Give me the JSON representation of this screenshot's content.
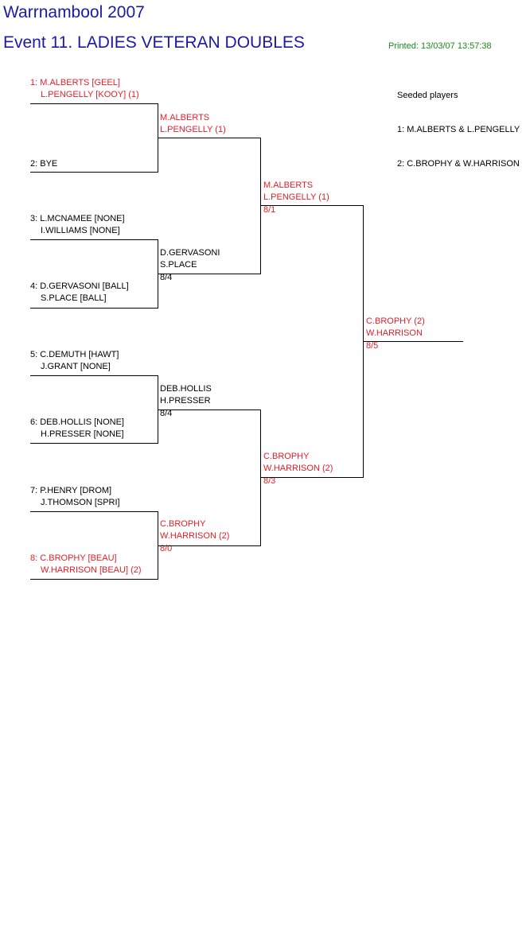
{
  "tournament_title": "Warrnambool 2007",
  "event_title": "Event 11. LADIES VETERAN DOUBLES",
  "printed": "Printed: 13/03/07 13:57:38",
  "seeded": {
    "heading": "Seeded players",
    "list": [
      "1: M.ALBERTS & L.PENGELLY",
      "2: C.BROPHY & W.HARRISON"
    ]
  },
  "round1": [
    {
      "line1": "1: M.ALBERTS [GEEL]",
      "line2": "L.PENGELLY [KOOY] (1)",
      "color": "#e0202a"
    },
    {
      "line1": "2: BYE",
      "line2": "",
      "color": "#000000"
    },
    {
      "line1": "3: L.MCNAMEE [NONE]",
      "line2": "I.WILLIAMS [NONE]",
      "color": "#000000"
    },
    {
      "line1": "4: D.GERVASONI [BALL]",
      "line2": "S.PLACE [BALL]",
      "color": "#000000"
    },
    {
      "line1": "5: C.DEMUTH [HAWT]",
      "line2": "J.GRANT [NONE]",
      "color": "#000000"
    },
    {
      "line1": "6: DEB.HOLLIS [NONE]",
      "line2": "H.PRESSER [NONE]",
      "color": "#000000"
    },
    {
      "line1": "7: P.HENRY [DROM]",
      "line2": "J.THOMSON [SPRI]",
      "color": "#000000"
    },
    {
      "line1": "8: C.BROPHY [BEAU]",
      "line2": "W.HARRISON [BEAU] (2)",
      "color": "#e0202a"
    }
  ],
  "round2": [
    {
      "line1": "M.ALBERTS",
      "line2": "L.PENGELLY (1)",
      "score": "",
      "color": "#e0202a"
    },
    {
      "line1": "D.GERVASONI",
      "line2": "S.PLACE",
      "score": "8/4",
      "color": "#000000"
    },
    {
      "line1": "DEB.HOLLIS",
      "line2": "H.PRESSER",
      "score": "8/4",
      "color": "#000000"
    },
    {
      "line1": "C.BROPHY",
      "line2": "W.HARRISON (2)",
      "score": "8/0",
      "color": "#e0202a"
    }
  ],
  "semis": [
    {
      "line1": "M.ALBERTS",
      "line2": "L.PENGELLY (1)",
      "score": "8/1",
      "color": "#e0202a"
    },
    {
      "line1": "C.BROPHY",
      "line2": "W.HARRISON (2)",
      "score": "8/3",
      "color": "#e0202a"
    }
  ],
  "final": {
    "line1": "C.BROPHY (2)",
    "line2": "W.HARRISON",
    "score": "8/5",
    "color": "#e0202a"
  },
  "colors": {
    "title": "#1a1aa6",
    "printed": "#1a8a1a",
    "seed_red": "#e0202a",
    "line": "#000000"
  }
}
